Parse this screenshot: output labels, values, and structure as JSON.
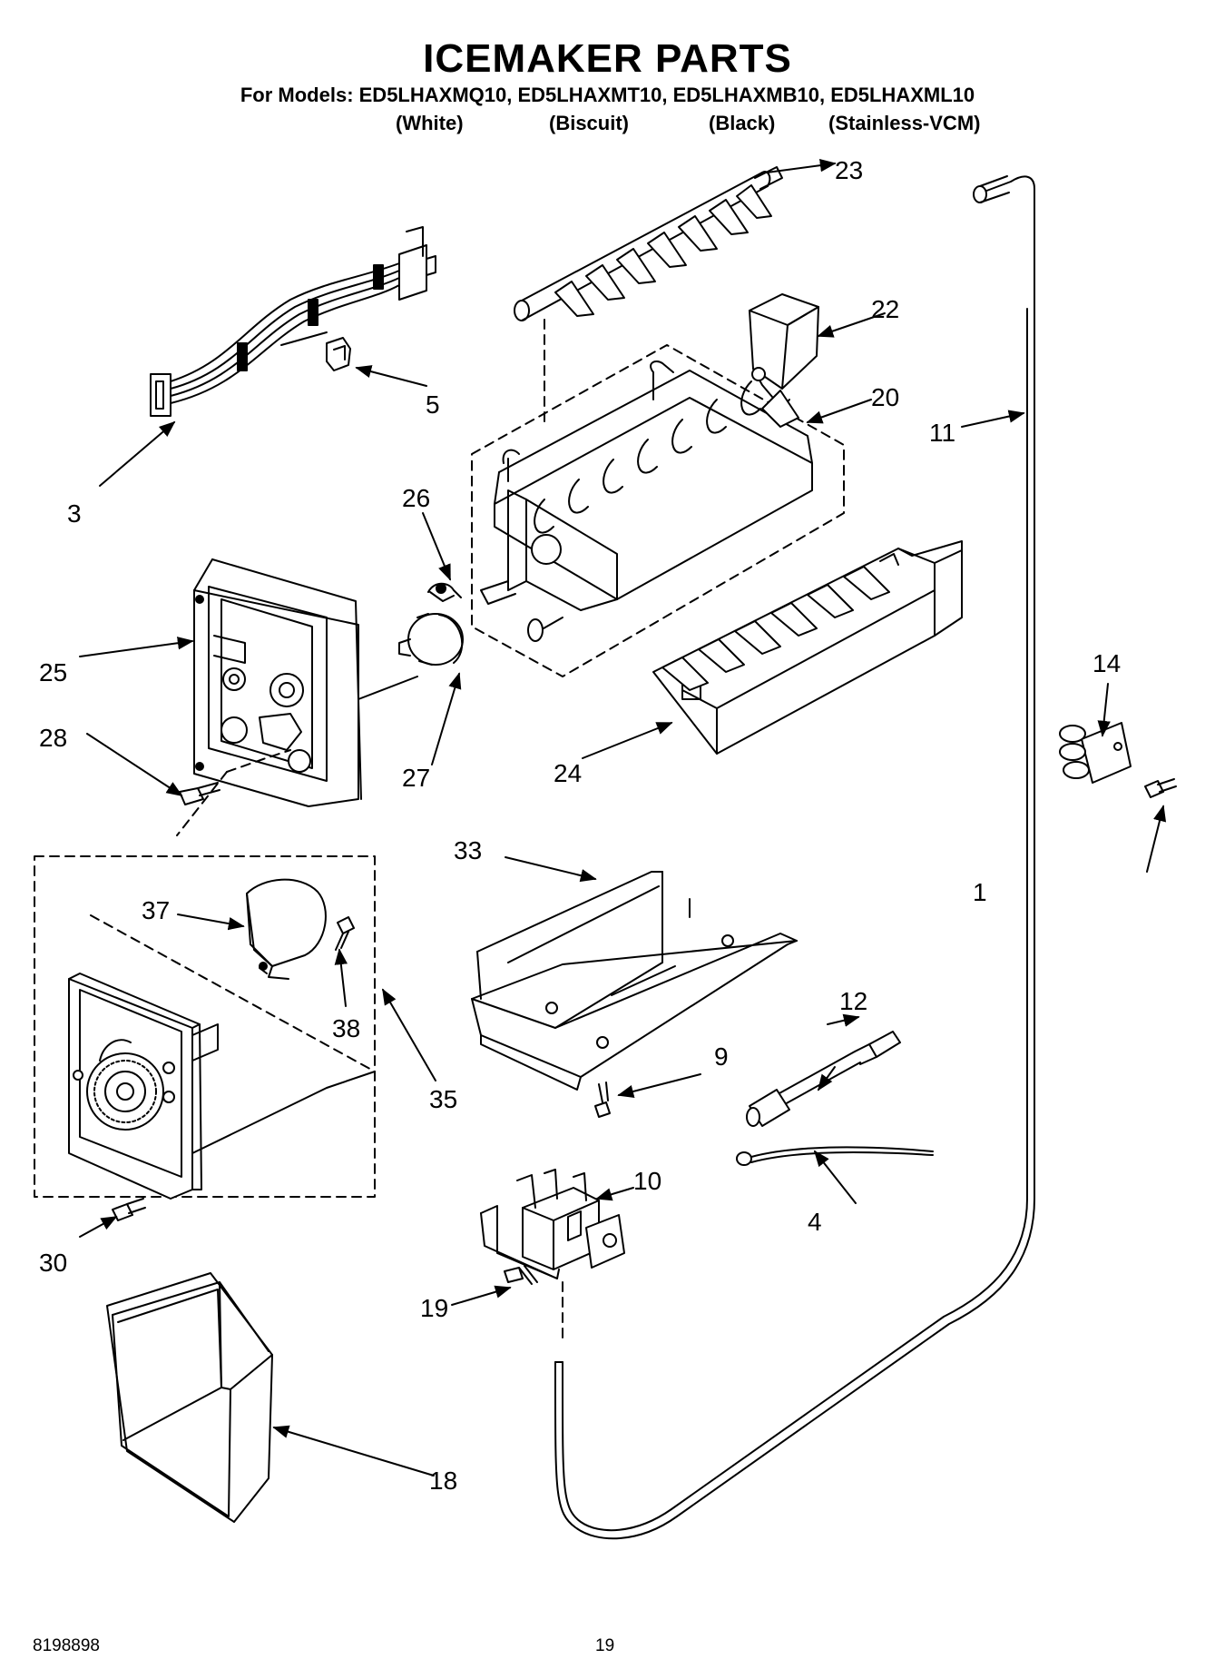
{
  "title": "ICEMAKER PARTS",
  "models_line": "For Models: ED5LHAXMQ10, ED5LHAXMT10, ED5LHAXMB10, ED5LHAXML10",
  "colors": [
    "(White)",
    "(Biscuit)",
    "(Black)",
    "(Stainless-VCM)"
  ],
  "callouts": [
    "1",
    "3",
    "4",
    "5",
    "9",
    "10",
    "11",
    "12",
    "14",
    "18",
    "19",
    "20",
    "22",
    "23",
    "24",
    "25",
    "26",
    "27",
    "28",
    "30",
    "33",
    "35",
    "37",
    "38"
  ],
  "footer": {
    "doc_number": "8198898",
    "page_number": "19"
  }
}
